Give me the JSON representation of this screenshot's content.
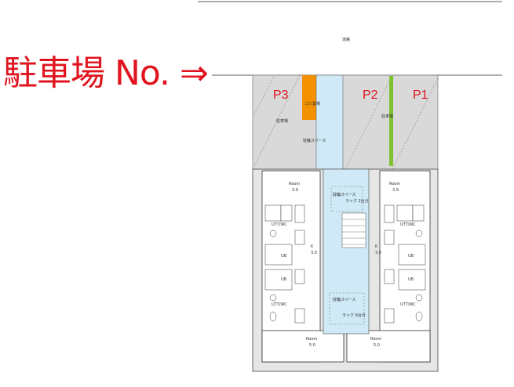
{
  "road_label": "道路",
  "parking_banner": "駐車場 No. ⇒",
  "parking_spots": [
    "P3",
    "P2",
    "P1"
  ],
  "lot_labels": {
    "garbage": "ゴミ置場",
    "parking": "駐車場",
    "bicycle": "駐輪スペース",
    "bicycle_bay": "駐輪スペース",
    "rack_top": "ラック\n2台分",
    "rack_bottom": "ラック\n6台分"
  },
  "rooms": {
    "room_label": "Room",
    "upper_size": "3.9",
    "lower_size": "5.0",
    "bath_label": "UB",
    "toilet_label": "UTT/WC",
    "kitchen_label": "K",
    "kitchen_size": "3.0"
  },
  "colors": {
    "banner_red": "#e0141e",
    "garbage_orange": "#f39100",
    "walkway_blue": "#cfe9f7",
    "spot_green": "#7ec234",
    "lot_gray": "#d9d9d9"
  }
}
